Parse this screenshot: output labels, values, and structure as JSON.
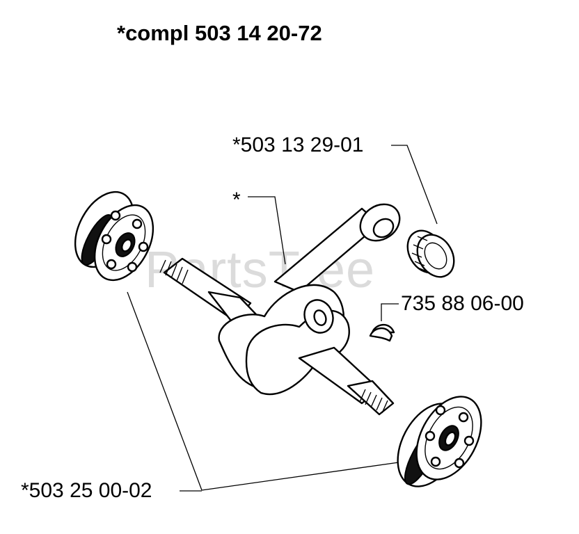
{
  "title": "*compl 503 14 20-72",
  "watermark": "PartsTree",
  "callouts": {
    "crankshaft_marker": "*",
    "needle_bearing": "*503 13 29-01",
    "woodruff_key": "735 88 06-00",
    "ball_bearing": "*503 25 00-02"
  },
  "parts": [
    {
      "id": "crankshaft",
      "icon": "crankshaft-icon"
    },
    {
      "id": "needle-bearing",
      "icon": "needle-bearing-icon"
    },
    {
      "id": "woodruff-key",
      "icon": "woodruff-key-icon"
    },
    {
      "id": "left-ball-bearing",
      "icon": "ball-bearing-icon"
    },
    {
      "id": "right-ball-bearing",
      "icon": "ball-bearing-icon"
    }
  ]
}
